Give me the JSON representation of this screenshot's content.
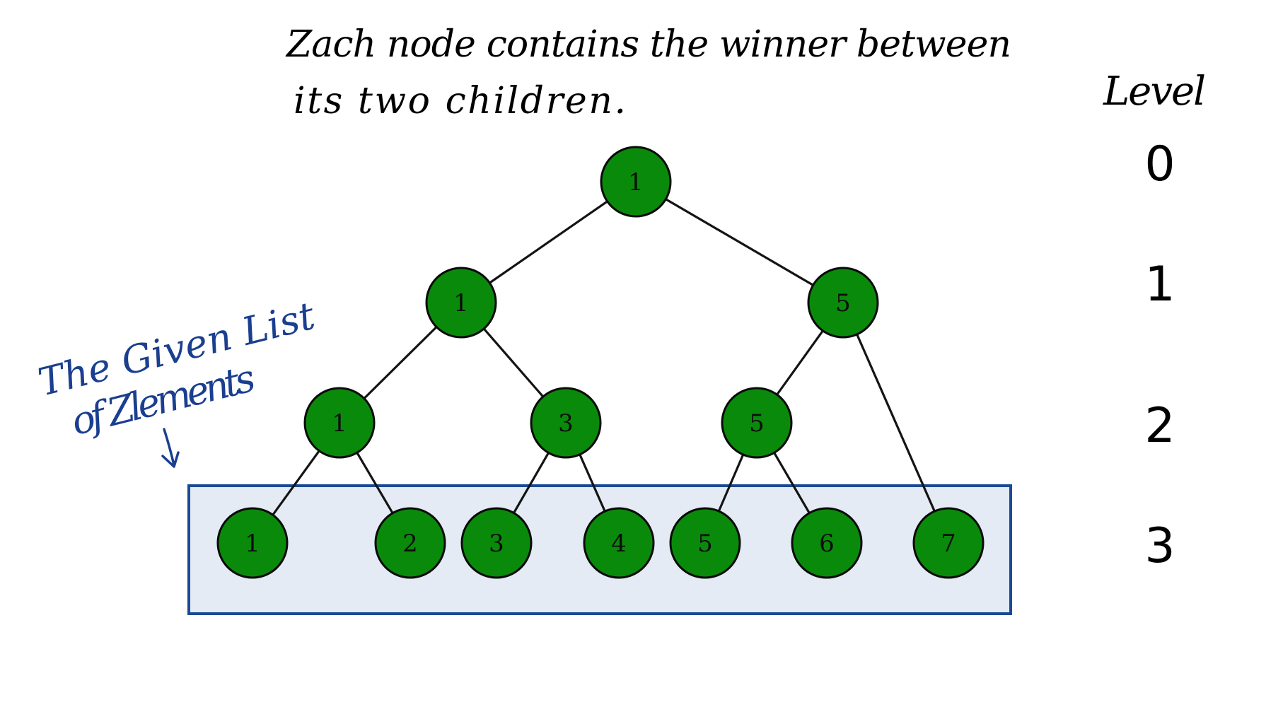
{
  "header_note": {
    "line1": "Zach node   contains  the  winner  between",
    "line2": "its  two   children."
  },
  "side_note": {
    "line1": "The Given List",
    "line2": "of Zlements"
  },
  "level_title": "Level",
  "levels": [
    "0",
    "1",
    "2",
    "3"
  ],
  "tree": {
    "level0": [
      "1"
    ],
    "level1": [
      "1",
      "5"
    ],
    "level2": [
      "1",
      "3",
      "5"
    ],
    "level3": [
      "1",
      "2",
      "3",
      "4",
      "5",
      "6",
      "7"
    ]
  },
  "colors": {
    "node_fill": "#0a8a0a",
    "box_border": "#1b4a94",
    "box_fill": "#e4ebf4",
    "note_blue": "#1b3f8f"
  }
}
